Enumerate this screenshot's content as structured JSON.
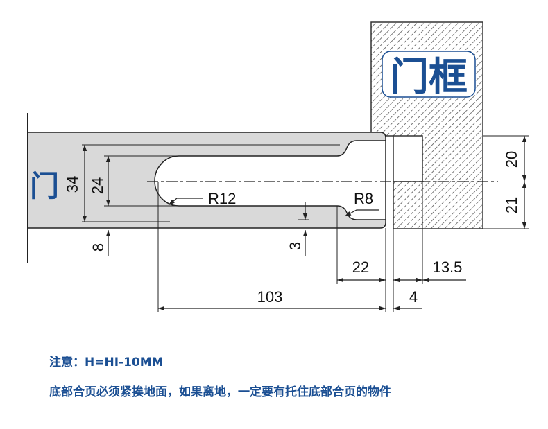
{
  "labels": {
    "door": "门",
    "frame": "门框"
  },
  "dimensions": {
    "d34": "34",
    "d24": "24",
    "r12": "R12",
    "r8": "R8",
    "d8": "8",
    "d3": "3",
    "d22": "22",
    "d103": "103",
    "d4": "4",
    "d13_5": "13.5",
    "d20": "20",
    "d21": "21"
  },
  "notes": {
    "line1": "注意：H=HI-10MM",
    "line2": "底部合页必须紧挨地面，如果离地，一定要有托住底部合页的物件"
  },
  "colors": {
    "accent": "#1b4f93",
    "door_fill": "#d9d9d9",
    "line": "#222222"
  }
}
